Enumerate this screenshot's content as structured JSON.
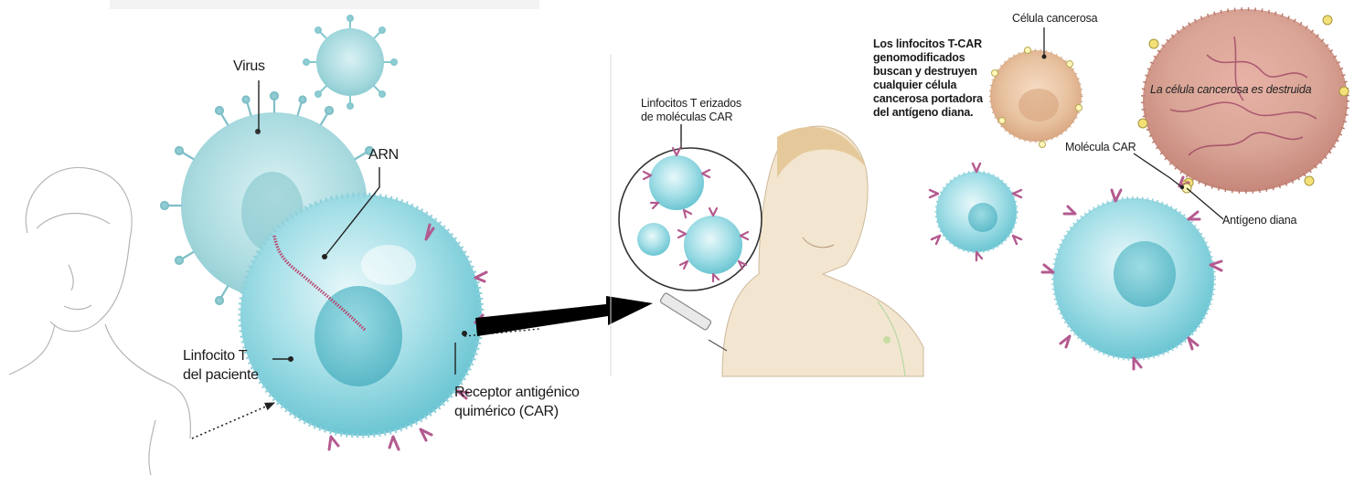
{
  "labels": {
    "virus": "Virus",
    "arn": "ARN",
    "linfocito_line1": "Linfocito T",
    "linfocito_line2": "del paciente",
    "receptor_line1": "Receptor antigénico",
    "receptor_line2": "quimérico (CAR)",
    "erizados_line1": "Linfocitos T erizados",
    "erizados_line2": "de moléculas CAR",
    "desc_line1": "Los linfocitos T-CAR",
    "desc_line2": "genomodificados",
    "desc_line3": "buscan y destruyen",
    "desc_line4": "cualquier célula",
    "desc_line5": "cancerosa portadora",
    "desc_line6": "del antígeno diana.",
    "celula_cancerosa": "Célula cancerosa",
    "destruida": "La célula cancerosa es destruida",
    "molecula_car": "Molécula CAR",
    "antigeno_diana": "Antígeno diana"
  },
  "colors": {
    "tcell": "#9fdde6",
    "tcell_dark": "#5fbccb",
    "nucleus": "#6cc3cf",
    "car_receptor": "#b45a8f",
    "rna": "#b8456f",
    "cancer_cell": "#e2b38c",
    "destroyed_cell": "#c97f73",
    "skin": "#f0dcc0",
    "arrow": "#000000"
  }
}
